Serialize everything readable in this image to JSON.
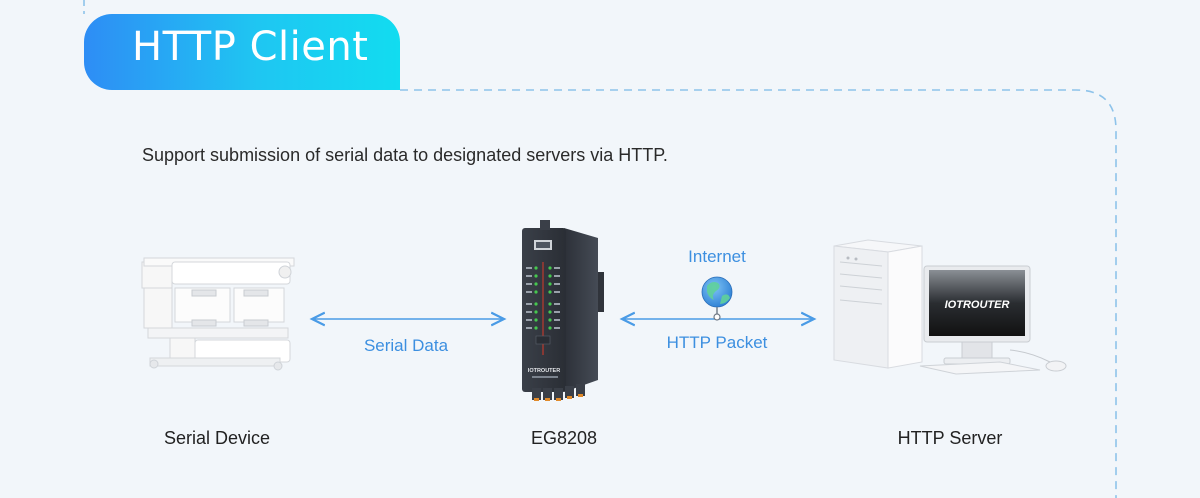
{
  "header": {
    "title": "HTTP Client"
  },
  "description": "Support submission of serial data to designated servers via HTTP.",
  "nodes": {
    "serial_device": "Serial Device",
    "gateway": "EG8208",
    "server": "HTTP Server"
  },
  "links": {
    "serial_data": "Serial Data",
    "internet": "Internet",
    "http_packet": "HTTP Packet"
  },
  "gateway_brand": "IOTROUTER",
  "screen_brand": "IOTROUTER",
  "colors": {
    "accent_start": "#2e8df5",
    "accent_end": "#12dcf0",
    "link": "#3c8fe0",
    "dashed": "#8ec3ea"
  }
}
